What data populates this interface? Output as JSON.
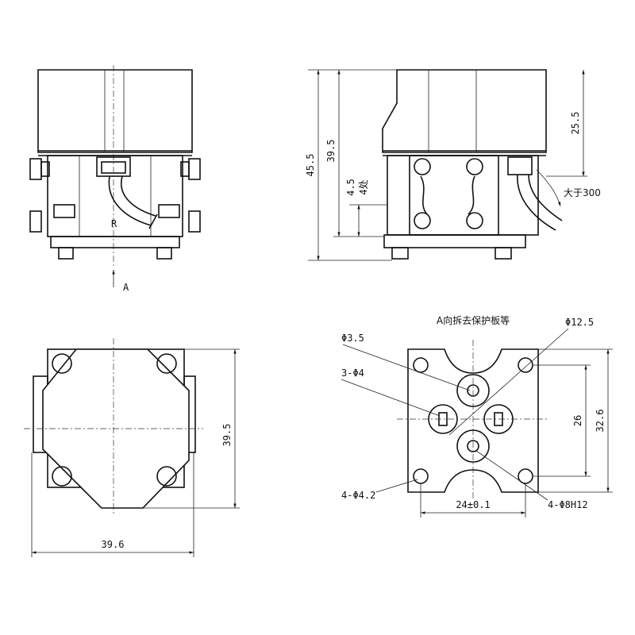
{
  "views": {
    "front": {
      "section_label": "R",
      "arrow_label": "A"
    },
    "side": {
      "dim_overall_height": "45.5",
      "dim_body_height": "39.5",
      "dim_hole_depth": "4.5",
      "dim_hole_count": "4处",
      "dim_cap_height": "25.5",
      "cable_note": "大于300"
    },
    "top": {
      "dim_height": "39.5",
      "dim_width": "39.6"
    },
    "mount": {
      "title": "A向拆去保护板等",
      "dim_phi_3_5": "Φ3.5",
      "dim_phi_12_5": "Φ12.5",
      "dim_3_phi_4": "3-Φ4",
      "dim_4_phi_4_2": "4-Φ4.2",
      "dim_4_phi_8h12": "4-Φ8H12",
      "dim_spacing_x": "24±0.1",
      "dim_spacing_y": "26",
      "dim_height": "32.6"
    }
  }
}
